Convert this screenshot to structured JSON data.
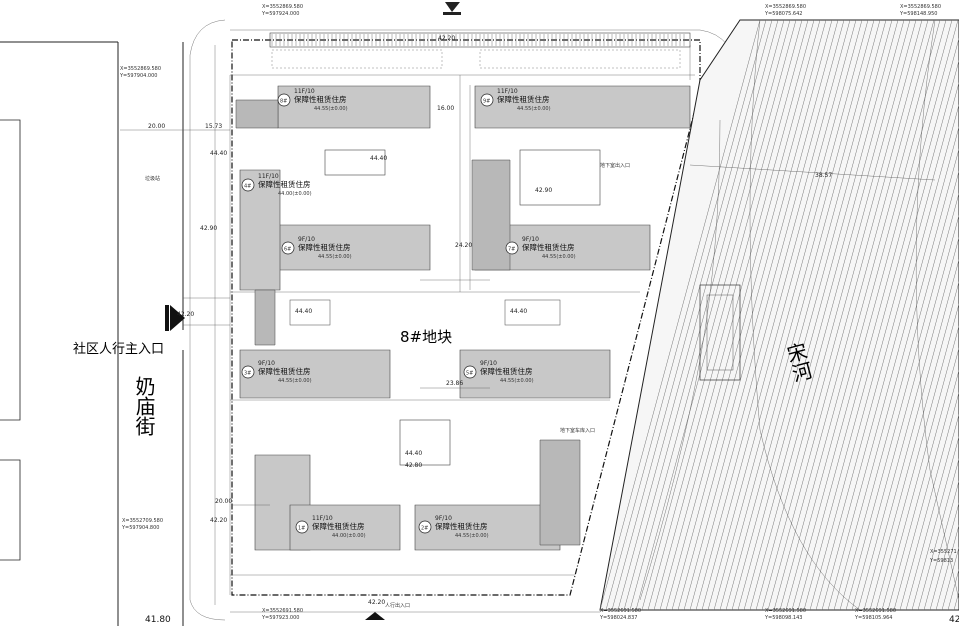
{
  "site": {
    "plot_label": "8#地块",
    "river_label": "宋河",
    "street_label": "奶庙街",
    "entrance_label": "社区人行主入口"
  },
  "coordinates": [
    {
      "x": "X=3552869.580",
      "y": "Y=597924.000"
    },
    {
      "x": "X=3552869.580",
      "y": "Y=598075.642"
    },
    {
      "x": "X=3552869.580",
      "y": "Y=598148.950"
    },
    {
      "x": "X=3552869.580",
      "y": "Y=597904.000"
    },
    {
      "x": "X=3552709.580",
      "y": "Y=597904.800"
    },
    {
      "x": "X=3552691.580",
      "y": "Y=597923.000"
    },
    {
      "x": "X=3552691.580",
      "y": "Y=598024.837"
    },
    {
      "x": "X=3552691.580",
      "y": "Y=598098.143"
    },
    {
      "x": "X=3552691.580",
      "y": "Y=598105.964"
    },
    {
      "x": "X=355271",
      "y": "Y=59813"
    }
  ],
  "elevations": {
    "top_center": "42.20",
    "left_edge": "42.20",
    "bottom_center": "42.20",
    "corner_bl": "41.80",
    "corner_br": "42",
    "yard_center_left": "44.40",
    "yard_center_right": "44.40",
    "yard_top": "44.40",
    "yard_top_right": "42.90",
    "yard_bottom": "44.40",
    "yard_bottom_b": "42.80"
  },
  "dimensions": {
    "left_setback": "20.00",
    "road_left": "15.73",
    "gap_mid": "24.20",
    "gap_mid2": "23.86",
    "gap_bottom": "20.00",
    "gap_top": "16.00",
    "river_setback": "38.57",
    "h_left": "44.40",
    "h_left2": "42.90",
    "h_left3": "42.20"
  },
  "buildings": [
    {
      "id": "1#",
      "floors": "11F/10",
      "use": "保障性租赁住房",
      "level": "44.00(±0.00)"
    },
    {
      "id": "2#",
      "floors": "9F/10",
      "use": "保障性租赁住房",
      "level": "44.55(±0.00)"
    },
    {
      "id": "3#",
      "floors": "9F/10",
      "use": "保障性租赁住房",
      "level": "44.55(±0.00)"
    },
    {
      "id": "4#",
      "floors": "11F/10",
      "use": "保障性租赁住房",
      "level": "44.00(±0.00)"
    },
    {
      "id": "5#",
      "floors": "9F/10",
      "use": "保障性租赁住房",
      "level": "44.55(±0.00)"
    },
    {
      "id": "6#",
      "floors": "9F/10",
      "use": "保障性租赁住房",
      "level": "44.55(±0.00)"
    },
    {
      "id": "7#",
      "floors": "9F/10",
      "use": "保障性租赁住房",
      "level": "44.55(±0.00)"
    },
    {
      "id": "8#",
      "floors": "11F/10",
      "use": "保障性租赁住房",
      "level": "44.55(±0.00)"
    },
    {
      "id": "9#",
      "floors": "11F/10",
      "use": "保障性租赁住房",
      "level": "44.55(±0.00)"
    }
  ],
  "notes": {
    "basement_entrance": "地下室出入口",
    "garage": "地下室车库入口",
    "garbage": "垃圾站",
    "pedestrian": "人行出入口"
  }
}
